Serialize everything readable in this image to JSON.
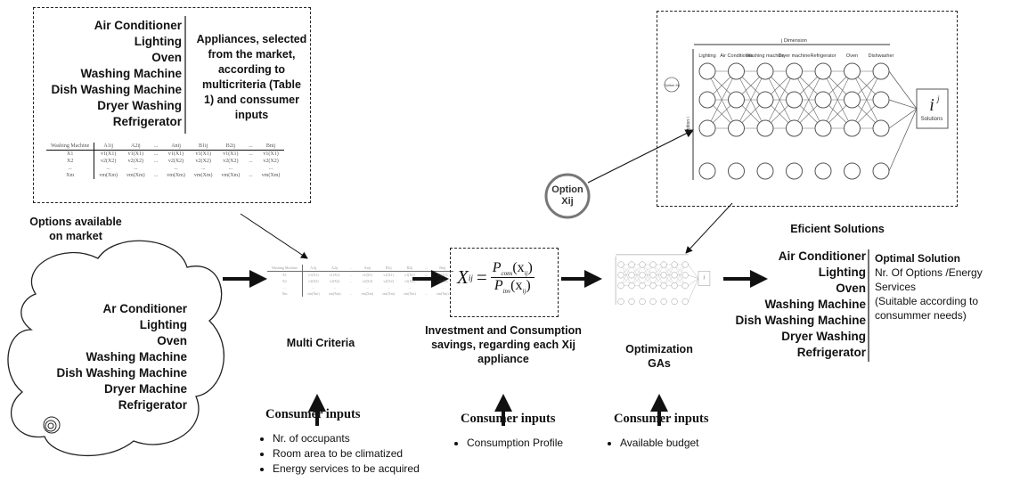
{
  "appliances_box": {
    "items": [
      "Air Conditioner",
      "Lighting",
      "Oven",
      "Washing Machine",
      "Dish Washing Machine",
      "Dryer Washing",
      "Refrigerator"
    ],
    "caption": "Appliances, selected from the market, according to multicriteria (Table 1) and conssumer inputs",
    "table": {
      "headers": [
        "Washing Machine",
        "A1ij",
        "A2ij",
        "...",
        "Anij",
        "B1ij",
        "B2ij",
        "...",
        "Bnij"
      ],
      "rows": [
        [
          "X1",
          "v1(X1)",
          "v1(X1)",
          "...",
          "v1(X1)",
          "v1(X1)",
          "v1(X1)",
          "...",
          "v1(X1)"
        ],
        [
          "X2",
          "v2(X2)",
          "v2(X2)",
          "...",
          "v2(X2)",
          "v2(X2)",
          "v2(X2)",
          "...",
          "v2(X2)"
        ],
        [
          "...",
          "...",
          "...",
          "",
          "...",
          "...",
          "...",
          "",
          "..."
        ],
        [
          "Xm",
          "vm(Xm)",
          "vm(Xm)",
          "...",
          "vm(Xm)",
          "vm(Xm)",
          "vm(Xm)",
          "...",
          "vm(Xm)"
        ]
      ]
    }
  },
  "market": {
    "title": "Options available on market",
    "items": [
      "Ar Conditioner",
      "Lighting",
      "Oven",
      "Washing Machine",
      "Dish Washing Machine",
      "Dryer Machine",
      "Refrigerator"
    ]
  },
  "multi_criteria": {
    "label": "Multi Criteria"
  },
  "formula": {
    "lhs": "X",
    "lhs_sub": "ij",
    "num": "P",
    "num_sub": "cons",
    "den": "P",
    "den_sub": "inv",
    "arg": "(x",
    "arg_sub": "ij",
    "arg_close": ")"
  },
  "savings": {
    "label": "Investment and Consumption savings, regarding each Xij appliance"
  },
  "optimization": {
    "label_line1": "Optimization",
    "label_line2": "GAs"
  },
  "network": {
    "dimension_label": "j Dimension",
    "option_axis_label": "Option i",
    "columns": [
      "Lighting",
      "Air Conditioner",
      "Washing machine",
      "Dryer machine",
      "Refrigerator",
      "Oven",
      "Dishwasher"
    ],
    "solutions_symbol": "i",
    "solutions_sup": "j",
    "solutions_label": "Solutions",
    "option_badge": "Option Xij"
  },
  "option_xij": {
    "line1": "Option",
    "line2": "Xij"
  },
  "efficient": {
    "title": "Eficient Solutions",
    "items": [
      "Air Conditioner",
      "Lighting",
      "Oven",
      "Washing Machine",
      "Dish Washing Machine",
      "Dryer Washing",
      "Refrigerator"
    ],
    "optimal_title": "Optimal Solution",
    "optimal_desc": "Nr. Of Options /Energy Services",
    "optimal_note": "(Suitable according to consummer needs)"
  },
  "consumer_inputs": [
    {
      "title": "Consumer inputs",
      "items": [
        "Nr. of occupants",
        "Room area to be climatized",
        "Energy services to be acquired"
      ]
    },
    {
      "title": "Consumer inputs",
      "items": [
        "Consumption Profile"
      ]
    },
    {
      "title": "Consumer inputs",
      "items": [
        "Available budget"
      ]
    }
  ]
}
